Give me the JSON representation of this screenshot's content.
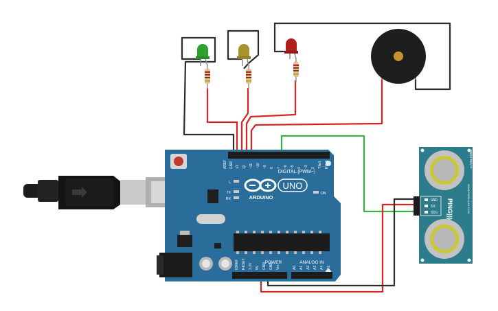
{
  "board": {
    "aref": "AREF",
    "gnd": "GND",
    "digital_pins": [
      "13",
      "12",
      "~11",
      "~10",
      "~9",
      "8",
      "7",
      "~6",
      "~5",
      "4",
      "~3",
      "2",
      "TX▸1",
      "RX◂0"
    ],
    "digital_label": "DIGITAL (PWM~)",
    "led_l": "L",
    "led_tx": "TX",
    "led_rx": "RX",
    "led_on": "ON",
    "uno": "UNO",
    "brand": "ARDUINO",
    "power_label": "POWER",
    "analog_label": "ANALOG IN",
    "power_pins": [
      "IOREF",
      "RESET",
      "3.3V",
      "5V",
      "GND",
      "GND",
      "Vin"
    ],
    "analog_pins": [
      "A0",
      "A1",
      "A2",
      "A3",
      "A4",
      "A5"
    ]
  },
  "sensor": {
    "pins": [
      "GND",
      "5V",
      "SIG"
    ],
    "ping": "PING)))",
    "rev": "28015 REV C",
    "url": "WWW.PARALLAX.COM"
  },
  "colors": {
    "board": "#2a6c9a",
    "board_dark": "#1f5680",
    "wire_red": "#d92323",
    "wire_black": "#2b2b2b",
    "wire_green": "#3cb043",
    "led_green": "#2fa02f",
    "led_yellow": "#a8922e",
    "led_red": "#b01e1e",
    "sensor": "#2d7c8c",
    "buzzer": "#1e1e1e",
    "buzzer_center": "#c8912f"
  },
  "icons": [
    "usb-cable-icon",
    "reset-button-icon",
    "arduino-infinity-logo"
  ]
}
